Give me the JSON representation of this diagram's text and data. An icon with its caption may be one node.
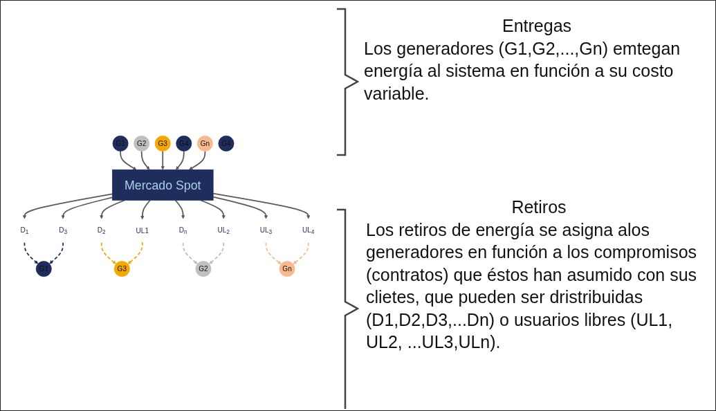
{
  "diagram": {
    "nodes": [
      {
        "text": [
          "G1"
        ]
      },
      {
        "text": [
          "G2"
        ]
      },
      {
        "text": [
          "G3"
        ]
      },
      {
        "text": [
          "G4"
        ]
      },
      {
        "text": [
          "Gn"
        ]
      },
      {
        "text": [
          "Mercado Spot"
        ]
      },
      {
        "text": [
          "D$_{1}$"
        ]
      },
      {
        "text": [
          "D$_{2}$"
        ]
      },
      {
        "text": [
          "D$_{3}$"
        ]
      },
      {
        "text": [
          "D$_{n}$"
        ]
      },
      {
        "text": [
          "UL1"
        ]
      },
      {
        "text": [
          "UL$_{2}$"
        ]
      },
      {
        "text": [
          "UL$_{3}$"
        ]
      },
      {
        "text": [
          "UL$_{4}$"
        ]
      },
      {
        "text": [
          "G1"
        ]
      },
      {
        "text": [
          "G2"
        ]
      },
      {
        "text": [
          "G3"
        ]
      },
      {
        "text": [
          "G4"
        ]
      },
      {
        "text": [
          "Gn"
        ]
      }
    ],
    "edges": [
      {
        "from": 0,
        "to": 5,
        "arrow": "to"
      },
      {
        "from": 1,
        "to": 5,
        "arrow": "to"
      },
      {
        "from": 2,
        "to": 5,
        "arrow": "to"
      },
      {
        "from": 3,
        "to": 5,
        "arrow": "to"
      },
      {
        "from": 4,
        "to": 5,
        "arrow": "to"
      },
      {
        "from": 5,
        "to": 6,
        "arrow": "to"
      },
      {
        "from": 5,
        "to": 7,
        "arrow": "to"
      },
      {
        "from": 5,
        "to": 8,
        "arrow": "to"
      },
      {
        "from": 5,
        "to": 9,
        "arrow": "to"
      },
      {
        "from": 5,
        "to": 10,
        "arrow": "to"
      },
      {
        "from": 5,
        "to": 11,
        "arrow": "to"
      },
      {
        "from": 5,
        "to": 12,
        "arrow": "to"
      },
      {
        "from": 5,
        "to": 13,
        "arrow": "to"
      },
      {
        "from": 6,
        "to": 14,
        "arrow": "to",
        "style": "dashed",
        "color": "#1f2d5c"
      },
      {
        "from": 8,
        "to": 14,
        "arrow": "to",
        "style": "dashed",
        "color": "#1f2d5c"
      },
      {
        "from": 7,
        "to": 16,
        "arrow": "to",
        "style": "dashed",
        "color": "#f5a800"
      },
      {
        "from": 9,
        "to": 15,
        "arrow": "to",
        "style": "dashed",
        "color": "#bdbdbd"
      },
      {
        "from": 11,
        "to": 15,
        "arrow": "to",
        "style": "dashed",
        "color": "#bdbdbd"
      },
      {
        "from": 10,
        "to": 16,
        "arrow": "to",
        "style": "dashed",
        "color": "#f5a800"
      },
      {
        "from": 12,
        "to": 18,
        "arrow": "to",
        "style": "dashed",
        "color": "#f8b98f"
      },
      {
        "from": 13,
        "to": 18,
        "arrow": "to",
        "style": "dashed",
        "color": "#f8b98f"
      }
    ],
    "labels": [
      "Entregas",
      "Los generadores (G1,G2,...,Gn) emtegan energía al sistema en función a su costo variable.",
      "Retiros",
      "Los retiros de energía se asigna alos generadores en función a los compromisos (contratos) que éstos han asumido con sus clietes, que pueden ser dristribuidas (D1,D2,D3,...Dn) o usuarios libres (UL1, UL2, ...UL3,ULn)."
    ]
  }
}
